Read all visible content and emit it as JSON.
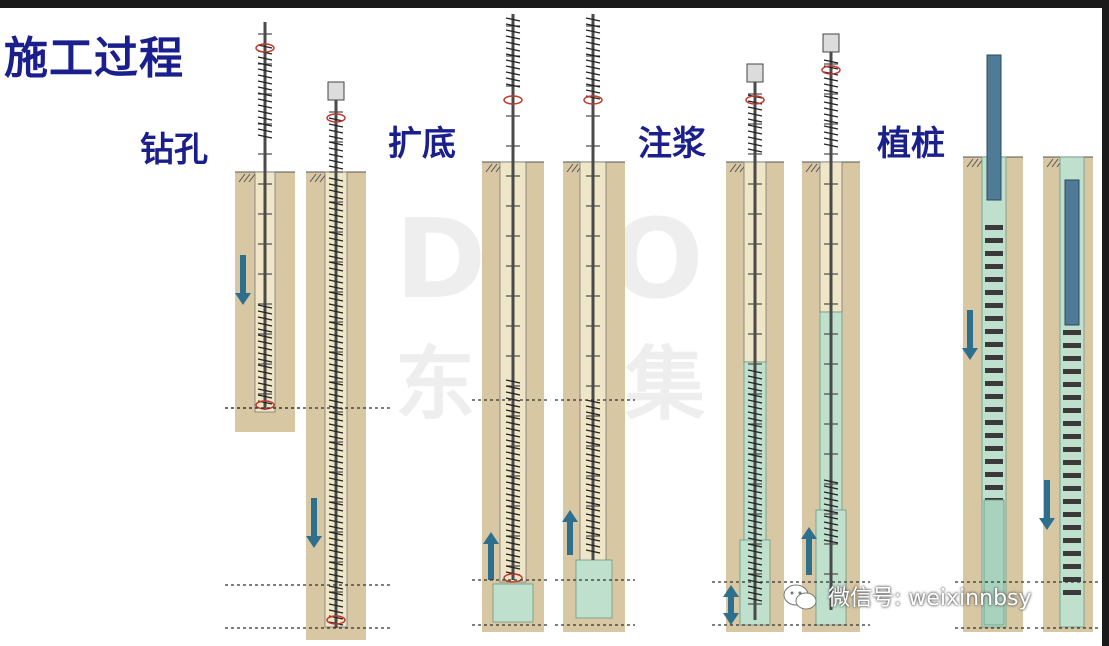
{
  "title": "施工过程",
  "steps": {
    "drill": "钻孔",
    "enlarge": "扩底",
    "grout": "注浆",
    "plant": "植桩"
  },
  "watermark": {
    "credit": "微信号: weixinnbsy"
  },
  "colors": {
    "soil": "#d8c7a3",
    "label": "#1a1f8c",
    "arrow": "#2f6f8e",
    "grout": "#bfe0cc",
    "pile": "#4f7b96",
    "rod": "#4a4a4a"
  }
}
